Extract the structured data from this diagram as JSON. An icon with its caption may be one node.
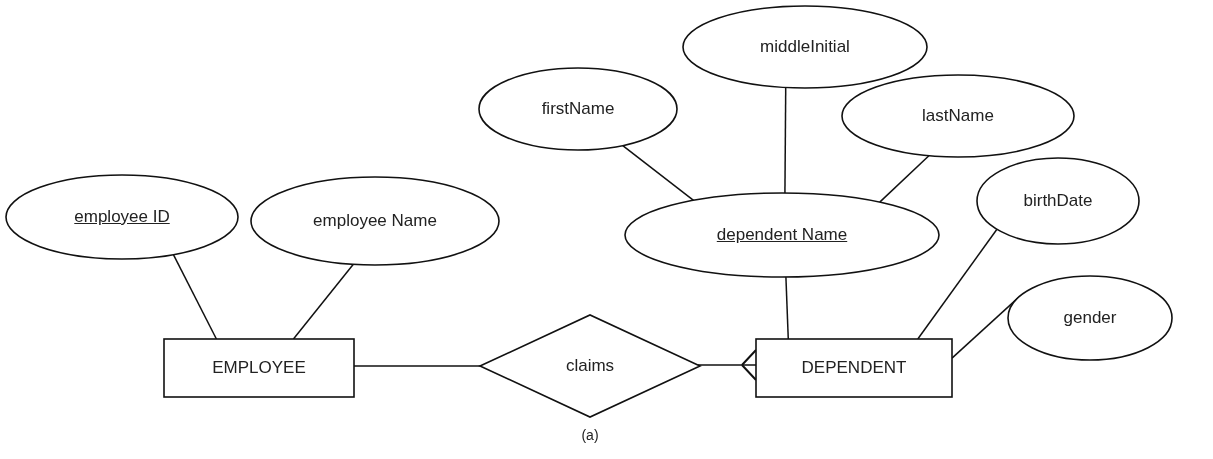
{
  "diagram": {
    "caption": "(a)",
    "nodes": [
      {
        "text": [
          "middleInitial"
        ]
      },
      {
        "text": [
          "firstName"
        ]
      },
      {
        "text": [
          "lastName"
        ]
      },
      {
        "text": [
          "birthDate"
        ]
      },
      {
        "text": [
          "employee ID"
        ]
      },
      {
        "text": [
          "employee Name"
        ]
      },
      {
        "text": [
          "dependent Name"
        ]
      },
      {
        "text": [
          "gender"
        ]
      },
      {
        "text": [
          "EMPLOYEE"
        ]
      },
      {
        "text": [
          "claims"
        ]
      },
      {
        "text": [
          "DEPENDENT"
        ]
      }
    ],
    "edges": [
      {
        "from": 4,
        "to": 8,
        "arrow": "none"
      },
      {
        "from": 5,
        "to": 8,
        "arrow": "none"
      },
      {
        "from": 1,
        "to": 6,
        "arrow": "none"
      },
      {
        "from": 0,
        "to": 6,
        "arrow": "none"
      },
      {
        "from": 2,
        "to": 6,
        "arrow": "none"
      },
      {
        "from": 6,
        "to": 10,
        "arrow": "none"
      },
      {
        "from": 3,
        "to": 10,
        "arrow": "none"
      },
      {
        "from": 7,
        "to": 10,
        "arrow": "none"
      },
      {
        "from": 8,
        "to": 9,
        "arrow": "none"
      },
      {
        "from": 9,
        "to": 10,
        "arrow": "other"
      }
    ]
  }
}
